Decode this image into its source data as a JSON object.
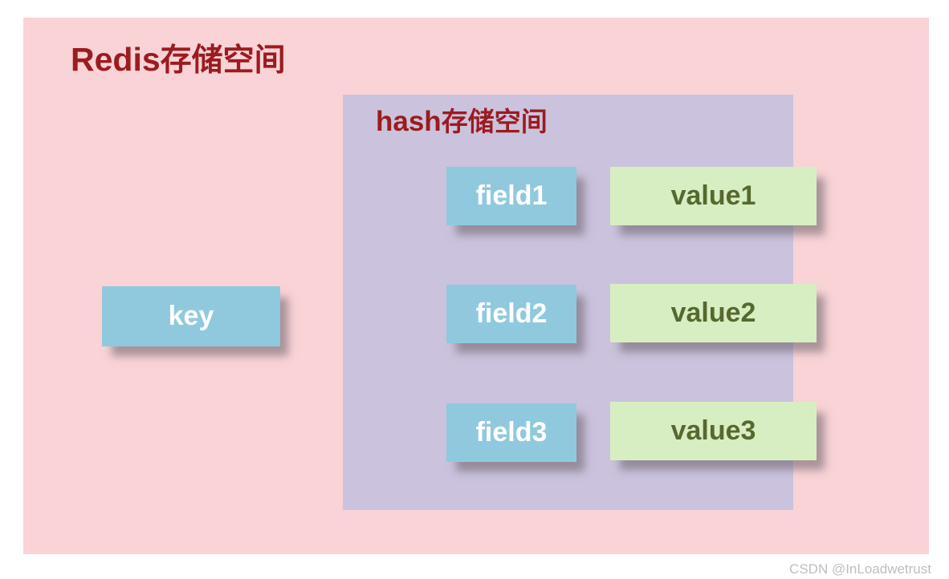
{
  "diagram": {
    "redis_space": {
      "title_en": "Redis",
      "title_zh": "存储空间"
    },
    "hash_space": {
      "title_en": "hash",
      "title_zh": "存储空间"
    },
    "key_box": {
      "label": "key"
    },
    "rows": [
      {
        "field": "field1",
        "value": "value1"
      },
      {
        "field": "field2",
        "value": "value2"
      },
      {
        "field": "field3",
        "value": "value3"
      }
    ]
  },
  "watermark": "CSDN @InLoadwetrust",
  "colors": {
    "page_background": "#ffffff",
    "redis_space_background": "#f9d3d6",
    "hash_space_background": "#cbc3dd",
    "title_text": "#9b1b1f",
    "key_field_box_background": "#90c9de",
    "key_field_text": "#ffffff",
    "value_box_background": "#d7eec3",
    "value_text": "#57682f",
    "watermark_text": "#bdbec0"
  }
}
